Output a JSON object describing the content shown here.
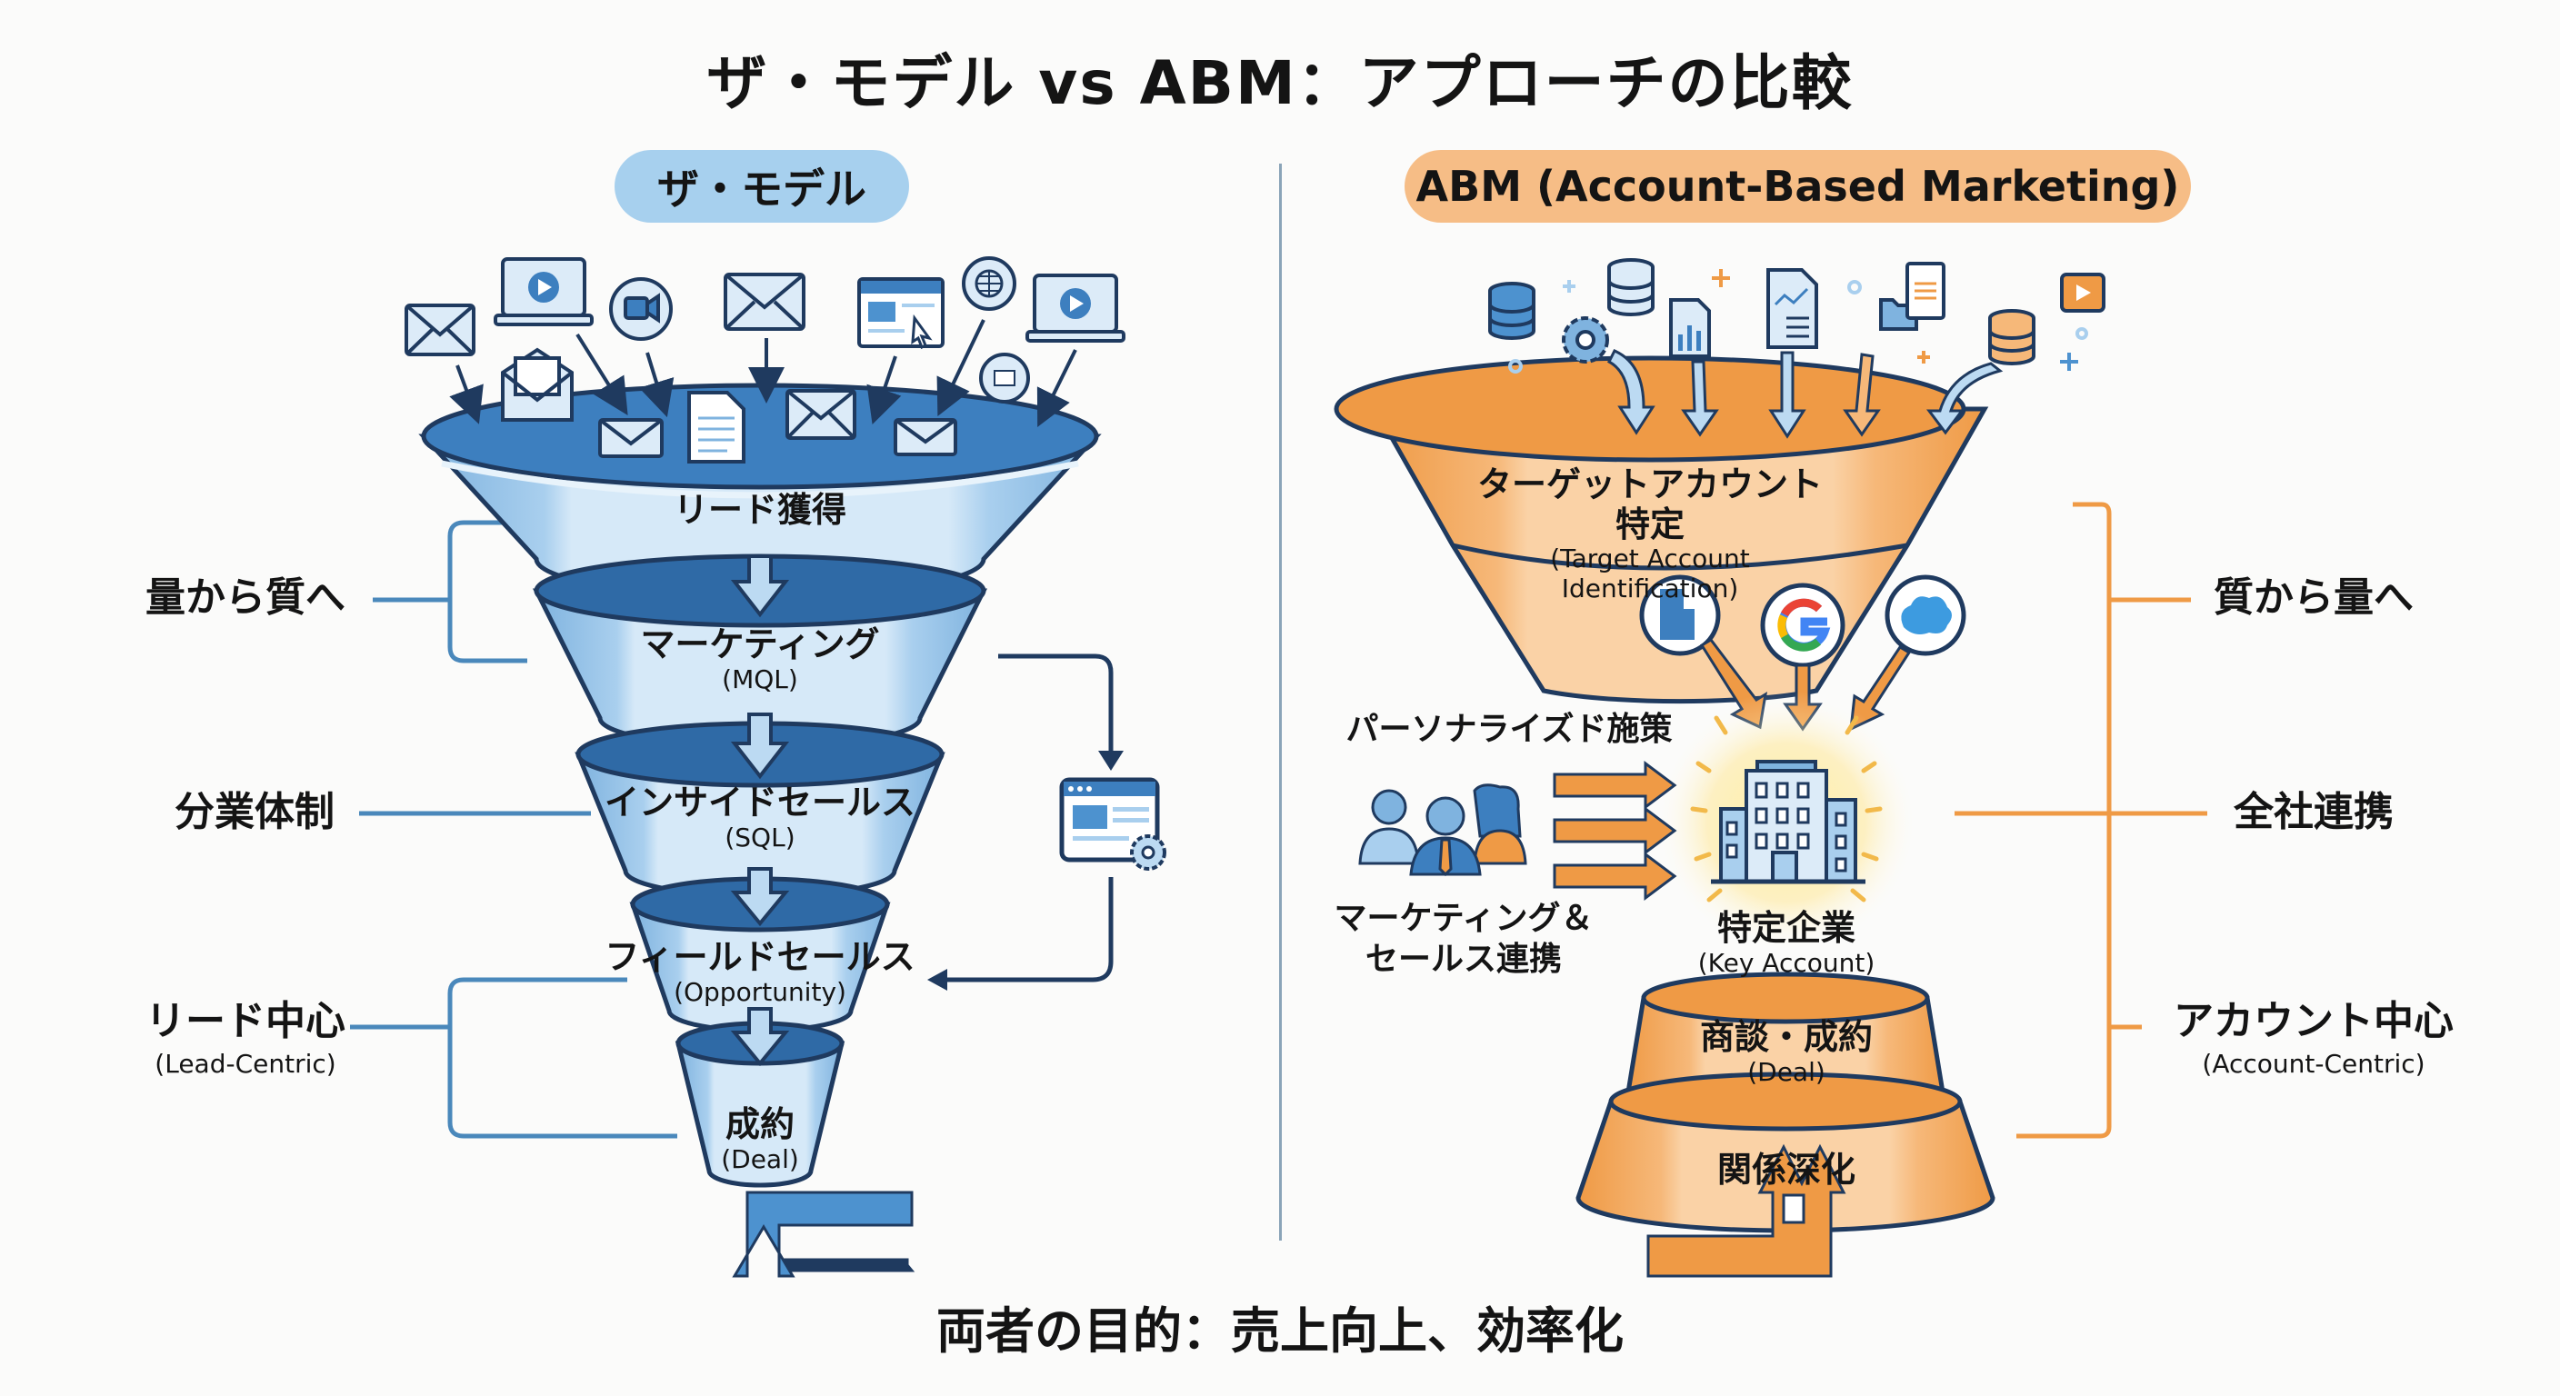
{
  "title": "ザ・モデル vs ABM：アプローチの比較",
  "left": {
    "heading": "ザ・モデル",
    "accent": "#3f86c6",
    "stages": [
      {
        "main": "リード獲得",
        "sub": ""
      },
      {
        "main": "マーケティング",
        "sub": "(MQL)"
      },
      {
        "main": "インサイドセールス",
        "sub": "(SQL)"
      },
      {
        "main": "フィールドセールス",
        "sub": "(Opportunity)"
      },
      {
        "main": "成約",
        "sub": "(Deal)"
      }
    ],
    "side_labels": [
      {
        "main": "量から質へ",
        "sub": ""
      },
      {
        "main": "分業体制",
        "sub": ""
      },
      {
        "main": "リード中心",
        "sub": "(Lead-Centric)"
      }
    ],
    "input_icons": [
      "envelope-icon",
      "laptop-video-icon",
      "video-camera-icon",
      "envelope-icon",
      "browser-click-icon",
      "globe-icon",
      "laptop-video-icon",
      "open-envelope-icon",
      "document-icon",
      "chat-bubble-icon"
    ],
    "feedback_icon": "web-settings-icon"
  },
  "right": {
    "heading": "ABM (Account-Based Marketing)",
    "accent": "#ef9a45",
    "stages": [
      {
        "main": "ターゲットアカウント特定",
        "sub": "(Target Account Identification)"
      },
      {
        "main": "特定企業",
        "sub": "(Key Account)"
      },
      {
        "main": "商談・成約",
        "sub": "(Deal)"
      },
      {
        "main": "関係深化",
        "sub": ""
      }
    ],
    "account_logos": [
      "building-logo-icon",
      "google-logo-icon",
      "cloud-logo-icon"
    ],
    "personalized_label": "パーソナライズド施策",
    "team_label_line1": "マーケティング＆",
    "team_label_line2": "セールス連携",
    "side_labels": [
      {
        "main": "質から量へ",
        "sub": ""
      },
      {
        "main": "全社連携",
        "sub": ""
      },
      {
        "main": "アカウント中心",
        "sub": "(Account-Centric)"
      }
    ],
    "input_icons": [
      "database-icon",
      "gear-icon",
      "database-icon",
      "bar-chart-document-icon",
      "line-chart-document-icon",
      "folder-icon",
      "list-document-icon",
      "database-orange-icon",
      "video-play-icon"
    ]
  },
  "bottom": {
    "text": "両者の目的：売上向上、効率化"
  }
}
